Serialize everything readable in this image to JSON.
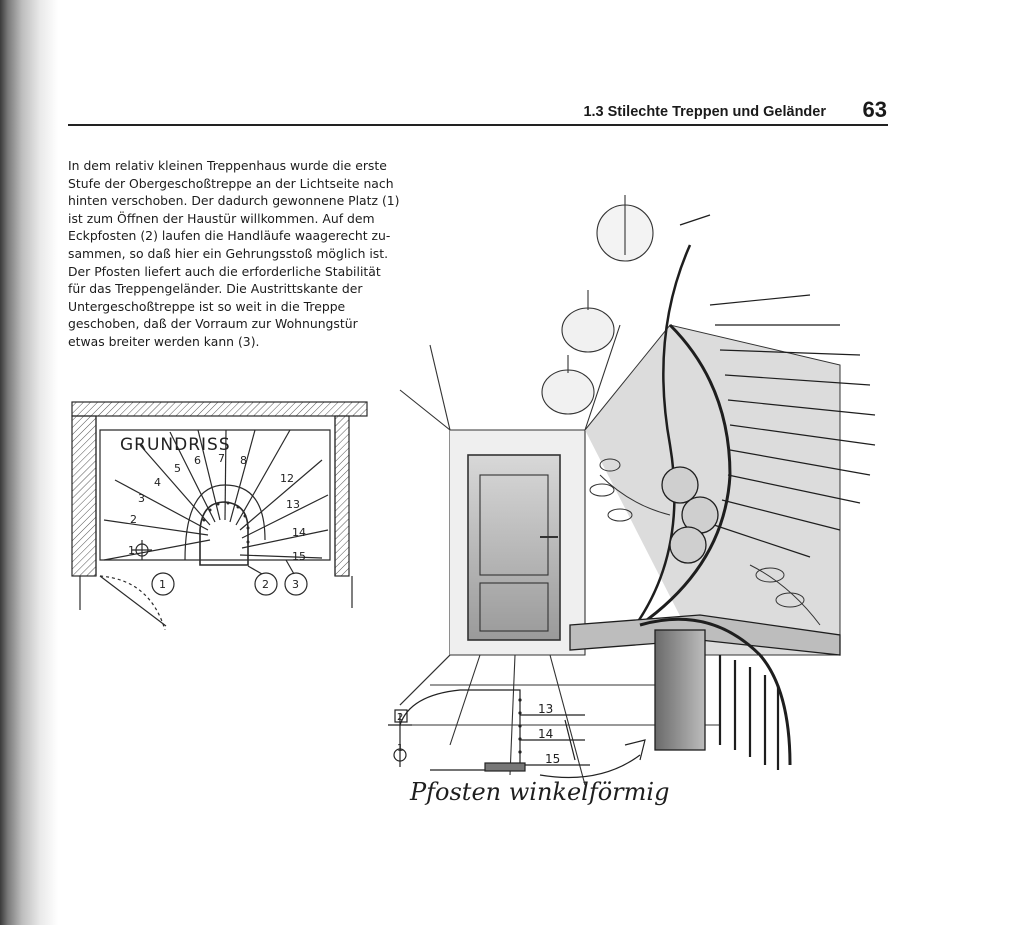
{
  "header": {
    "section_title": "1.3 Stilechte Treppen und Geländer",
    "page_number": "63"
  },
  "body": {
    "lines": [
      "In dem relativ kleinen Treppenhaus wurde die erste",
      "Stufe der Obergeschoßtreppe an der Lichtseite nach",
      "hinten verschoben. Der dadurch gewonnene Platz (1)",
      "ist zum Öffnen der Haustür willkommen. Auf dem",
      "Eckpfosten (2) laufen die Handläufe waagerecht zu-",
      "sammen, so daß hier ein Gehrungsstoß möglich ist.",
      "Der Pfosten liefert auch die erforderliche Stabilität",
      "für das Treppengeländer. Die Austrittskante der",
      "Untergeschoßtreppe ist so weit in die Treppe",
      "geschoben, daß der Vorraum zur Wohnungstür",
      "etwas breiter werden kann (3)."
    ]
  },
  "floor_plan": {
    "title": "GRUNDRISS",
    "step_numbers": [
      "1",
      "2",
      "3",
      "4",
      "5",
      "6",
      "7",
      "8",
      "12",
      "13",
      "14",
      "15"
    ],
    "callouts": [
      "1",
      "2",
      "3"
    ]
  },
  "perspective": {
    "detail_numbers": [
      "1",
      "2",
      "13",
      "14",
      "15"
    ],
    "handwritten_caption": "Pfosten winkelförmig"
  }
}
